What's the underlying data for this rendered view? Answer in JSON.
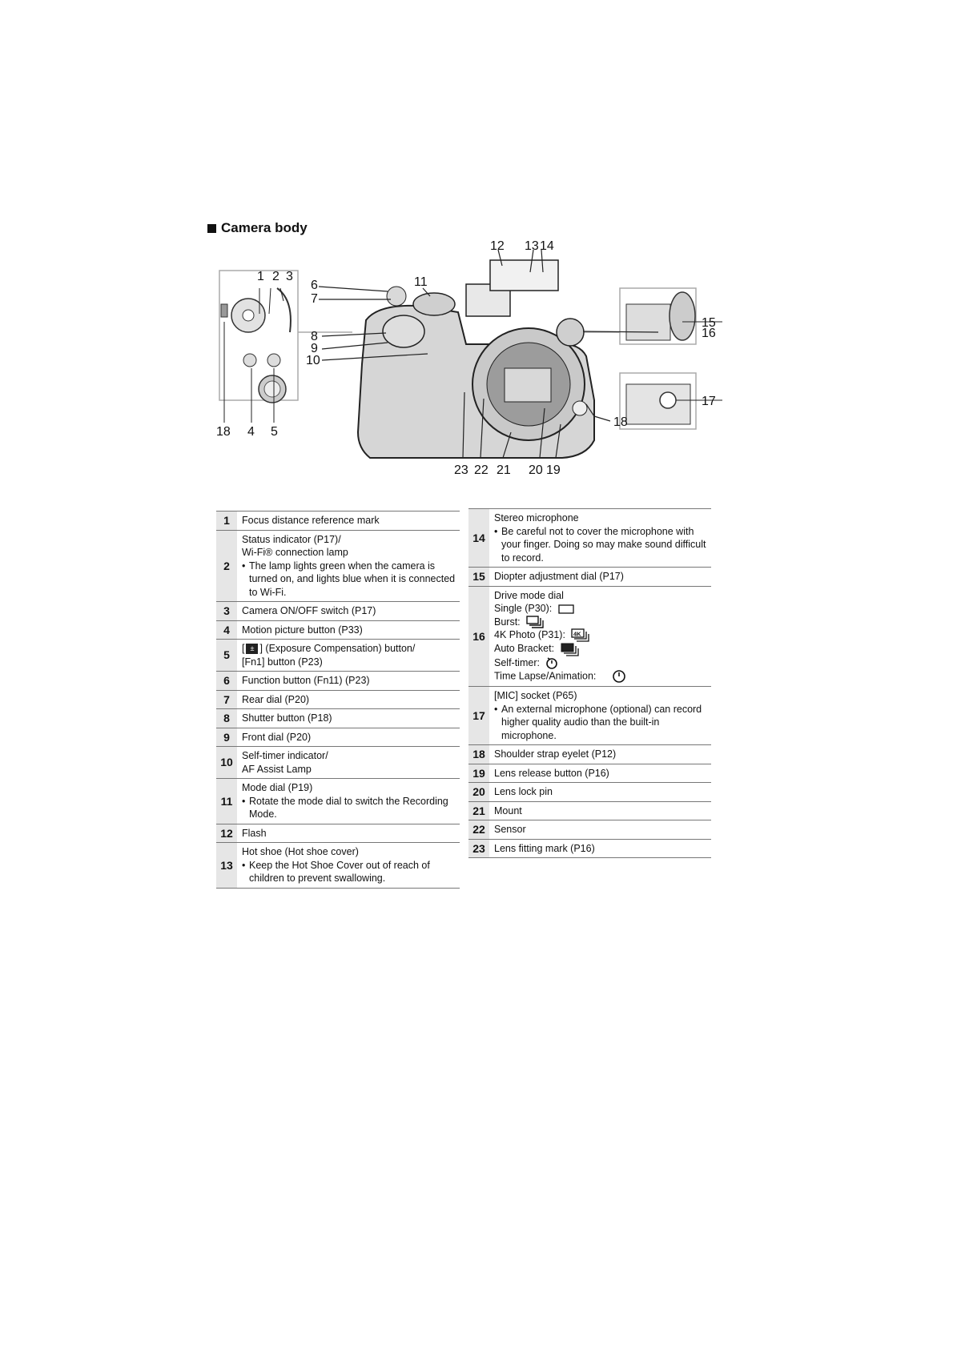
{
  "section_title": "Camera body",
  "callouts": [
    "1",
    "2",
    "3",
    "4",
    "5",
    "6",
    "7",
    "8",
    "9",
    "10",
    "11",
    "12",
    "13",
    "14",
    "15",
    "16",
    "17",
    "18",
    "19",
    "20",
    "21",
    "22",
    "23"
  ],
  "parts_left": [
    {
      "num": "1",
      "lines": [
        "Focus distance reference mark"
      ],
      "notes": []
    },
    {
      "num": "2",
      "lines": [
        "Status indicator (P17)/",
        "Wi-Fi® connection lamp"
      ],
      "notes": [
        "The lamp lights green when the camera is turned on, and lights blue when it is connected to Wi-Fi."
      ]
    },
    {
      "num": "3",
      "lines": [
        "Camera ON/OFF switch (P17)"
      ],
      "notes": []
    },
    {
      "num": "4",
      "lines": [
        "Motion picture button (P33)"
      ],
      "notes": []
    },
    {
      "num": "5",
      "line1_before": "[",
      "line1_after": "] (Exposure Compensation) button/",
      "lines": [
        "[Fn1] button (P23)"
      ],
      "notes": []
    },
    {
      "num": "6",
      "lines": [
        "Function button (Fn11) (P23)"
      ],
      "notes": []
    },
    {
      "num": "7",
      "lines": [
        "Rear dial (P20)"
      ],
      "notes": []
    },
    {
      "num": "8",
      "lines": [
        "Shutter button (P18)"
      ],
      "notes": []
    },
    {
      "num": "9",
      "lines": [
        "Front dial (P20)"
      ],
      "notes": []
    },
    {
      "num": "10",
      "lines": [
        "Self-timer indicator/",
        "AF Assist Lamp"
      ],
      "notes": []
    },
    {
      "num": "11",
      "lines": [
        "Mode dial (P19)"
      ],
      "notes": [
        "Rotate the mode dial to switch the Recording Mode."
      ]
    },
    {
      "num": "12",
      "lines": [
        "Flash"
      ],
      "notes": []
    },
    {
      "num": "13",
      "lines": [
        "Hot shoe (Hot shoe cover)"
      ],
      "notes": [
        "Keep the Hot Shoe Cover out of reach of children to prevent swallowing."
      ]
    }
  ],
  "parts_right": [
    {
      "num": "14",
      "lines": [
        "Stereo microphone"
      ],
      "notes": [
        "Be careful not to cover the microphone with your finger. Doing so may make sound difficult to record."
      ]
    },
    {
      "num": "15",
      "lines": [
        "Diopter adjustment dial (P17)"
      ],
      "notes": []
    },
    {
      "num": "17",
      "lines": [
        "[MIC] socket (P65)"
      ],
      "notes": [
        "An external microphone (optional) can record higher quality audio than the built-in microphone."
      ]
    },
    {
      "num": "18",
      "lines": [
        "Shoulder strap eyelet (P12)"
      ],
      "notes": []
    },
    {
      "num": "19",
      "lines": [
        "Lens release button (P16)"
      ],
      "notes": []
    },
    {
      "num": "20",
      "lines": [
        "Lens lock pin"
      ],
      "notes": []
    },
    {
      "num": "21",
      "lines": [
        "Mount"
      ],
      "notes": []
    },
    {
      "num": "22",
      "lines": [
        "Sensor"
      ],
      "notes": []
    },
    {
      "num": "23",
      "lines": [
        "Lens fitting mark (P16)"
      ],
      "notes": []
    }
  ],
  "drive_mode": {
    "num": "16",
    "title": "Drive mode dial",
    "modes": [
      {
        "label": "Single (P30):",
        "icon": "single-frame-icon"
      },
      {
        "label": "Burst:",
        "icon": "burst-icon"
      },
      {
        "label": "4K Photo (P31):",
        "icon": "4k-photo-icon",
        "icon_text": "4K"
      },
      {
        "label": "Auto Bracket:",
        "icon": "auto-bracket-icon"
      },
      {
        "label": "Self-timer:",
        "icon": "self-timer-icon"
      },
      {
        "label": "Time Lapse/Animation:",
        "icon": "time-lapse-icon"
      }
    ]
  }
}
